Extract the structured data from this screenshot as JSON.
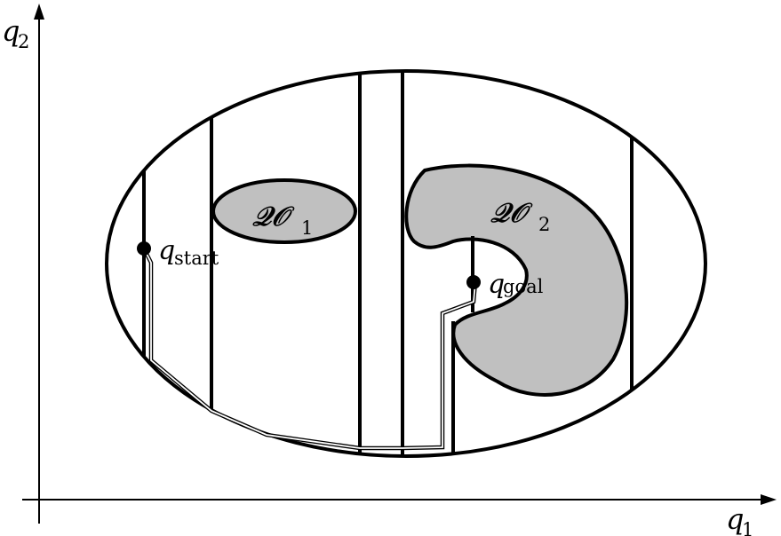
{
  "axes": {
    "x_label": "q",
    "x_label_sub": "1",
    "y_label": "q",
    "y_label_sub": "2"
  },
  "obstacles": [
    {
      "label": "𝒬𝒪",
      "sub": "1"
    },
    {
      "label": "𝒬𝒪",
      "sub": "2"
    }
  ],
  "points": {
    "start": {
      "label": "q",
      "sub": "start"
    },
    "goal": {
      "label": "q",
      "sub": "goal"
    }
  },
  "colors": {
    "stroke": "#000000",
    "obstacle_fill": "#c0c0c0",
    "background": "#ffffff"
  }
}
